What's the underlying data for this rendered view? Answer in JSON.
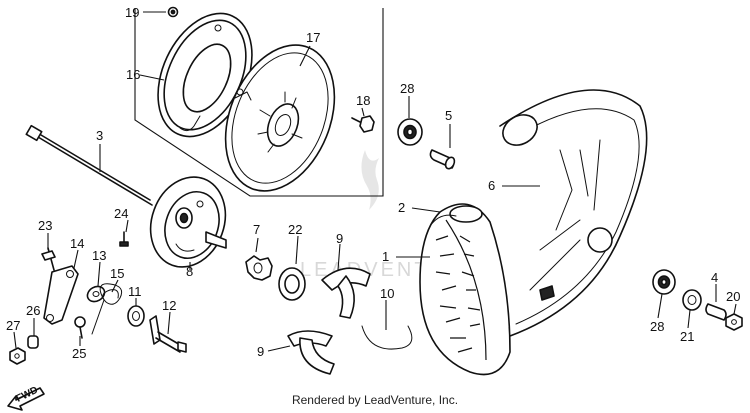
{
  "credit": "Rendered by LeadVenture, Inc.",
  "watermark": "LEADVENTURE",
  "direction_label": "FWD",
  "callouts": {
    "c1": "1",
    "c2": "2",
    "c3": "3",
    "c4": "4",
    "c5": "5",
    "c6": "6",
    "c7": "7",
    "c8": "8",
    "c9a": "9",
    "c9b": "9",
    "c10": "10",
    "c11": "11",
    "c12": "12",
    "c13": "13",
    "c14": "14",
    "c15": "15",
    "c16": "16",
    "c17": "17",
    "c18": "18",
    "c19": "19",
    "c20": "20",
    "c21": "21",
    "c22": "22",
    "c23": "23",
    "c24": "24",
    "c25": "25",
    "c26": "26",
    "c27": "27",
    "c28a": "28",
    "c28b": "28"
  }
}
